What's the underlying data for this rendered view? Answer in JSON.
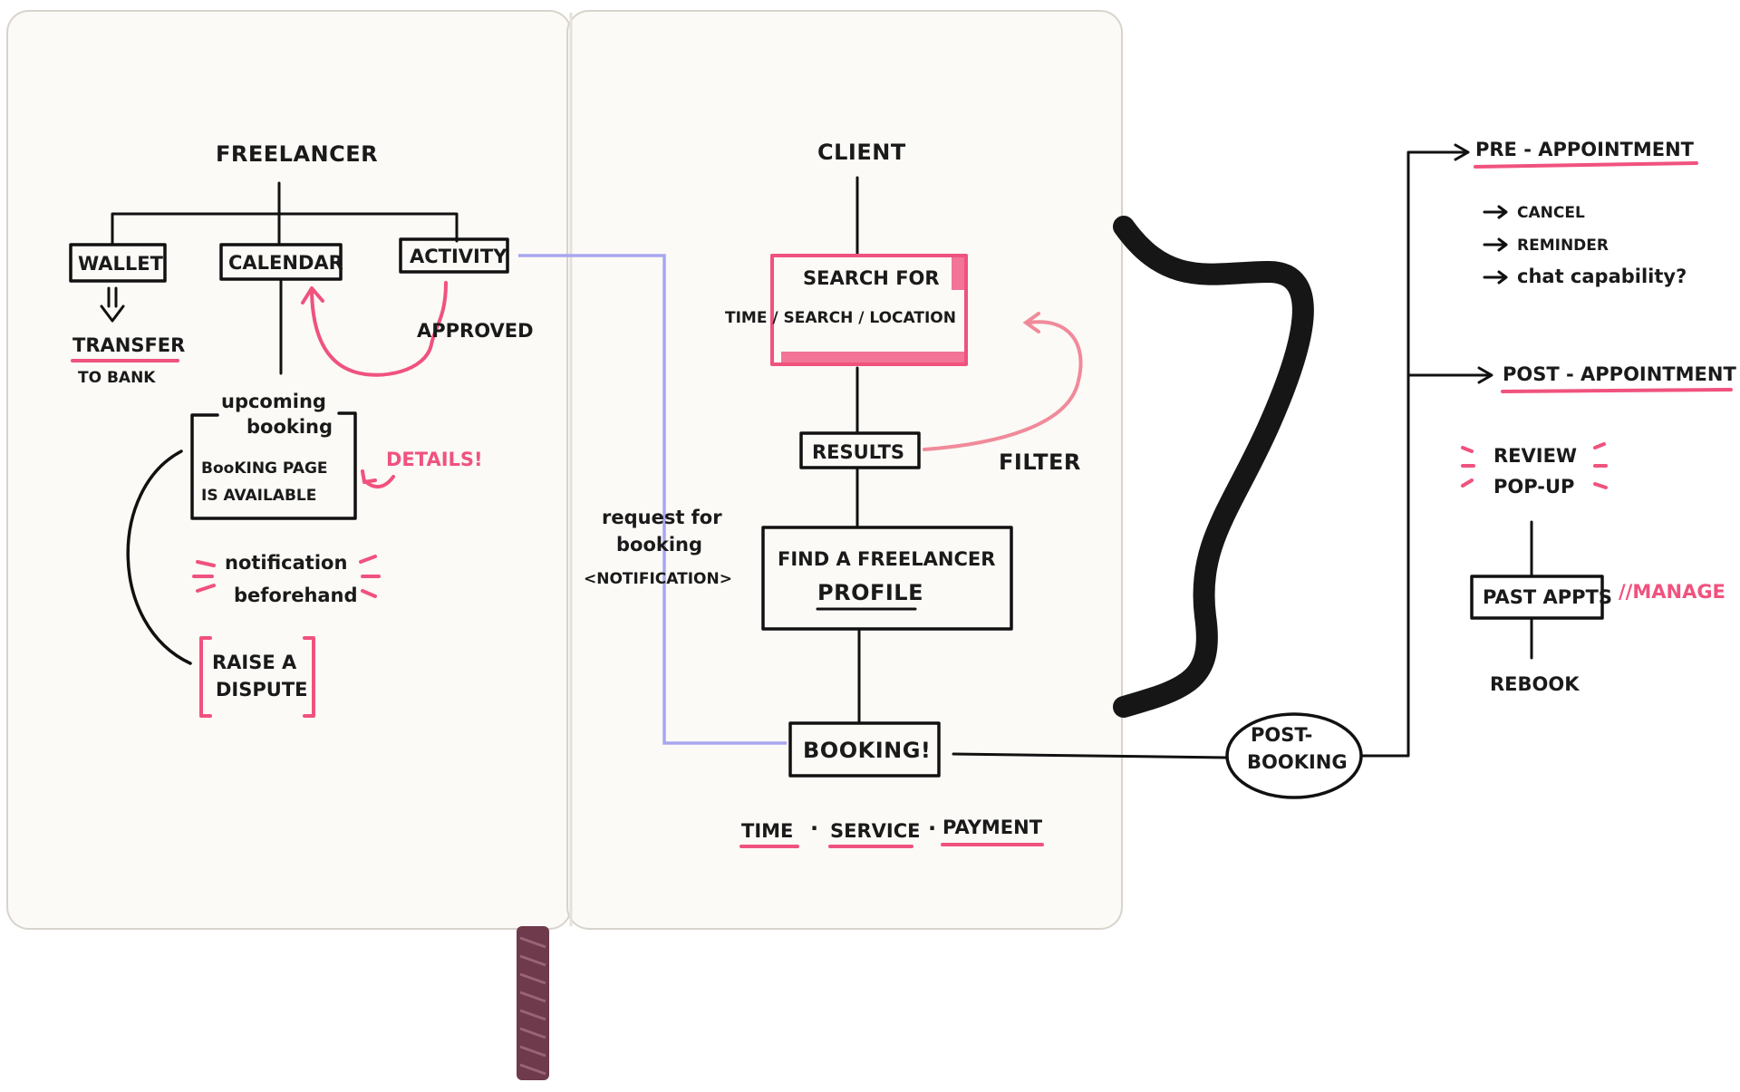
{
  "colors": {
    "ink": "#111111",
    "accent_pink": "#f0527e",
    "connector_lavender": "#a9a6f0",
    "paper": "#fbfaf6",
    "strap": "#1a1a1a",
    "ribbon": "#6e3a4c"
  },
  "freelancer": {
    "title": "FREELANCER",
    "wallet": "WALLET",
    "calendar": "CALENDAR",
    "activity": "ACTIVITY",
    "transfer": "TRANSFER",
    "to_bank": "TO BANK",
    "approved": "APPROVED",
    "upcoming_line1": "upcoming",
    "upcoming_line2": "booking",
    "booking_page_line1": "BooKING PAGE",
    "booking_page_line2": "IS AVAILABLE",
    "details": "DETAILS!",
    "notification_line1": "notification",
    "notification_line2": "beforehand",
    "dispute_line1": "RAISE A",
    "dispute_line2": "DISPUTE"
  },
  "request": {
    "line1": "request for",
    "line2": "booking",
    "line3": "<NOTIFICATION>"
  },
  "client": {
    "title": "CLIENT",
    "search_line1": "SEARCH FOR",
    "search_line2": "TIME / SEARCH / LOCATION",
    "results": "RESULTS",
    "filter": "FILTER",
    "find_line1": "FIND A FREELANCER",
    "find_line2": "PROFILE",
    "booking": "BOOKING!",
    "time": "TIME",
    "service": "SERVICE",
    "payment": "PAYMENT",
    "dot": "·"
  },
  "post_booking": {
    "line1": "POST-",
    "line2": "BOOKING"
  },
  "pre_appointment": {
    "title": "PRE - APPOINTMENT",
    "items": [
      "CANCEL",
      "REMINDER",
      "chat capability?"
    ]
  },
  "post_appointment": {
    "title": "POST - APPOINTMENT",
    "review_line1": "REVIEW",
    "review_line2": "POP-UP",
    "past_appts": "PAST APPTS",
    "manage": "//MANAGE",
    "rebook": "REBOOK"
  }
}
